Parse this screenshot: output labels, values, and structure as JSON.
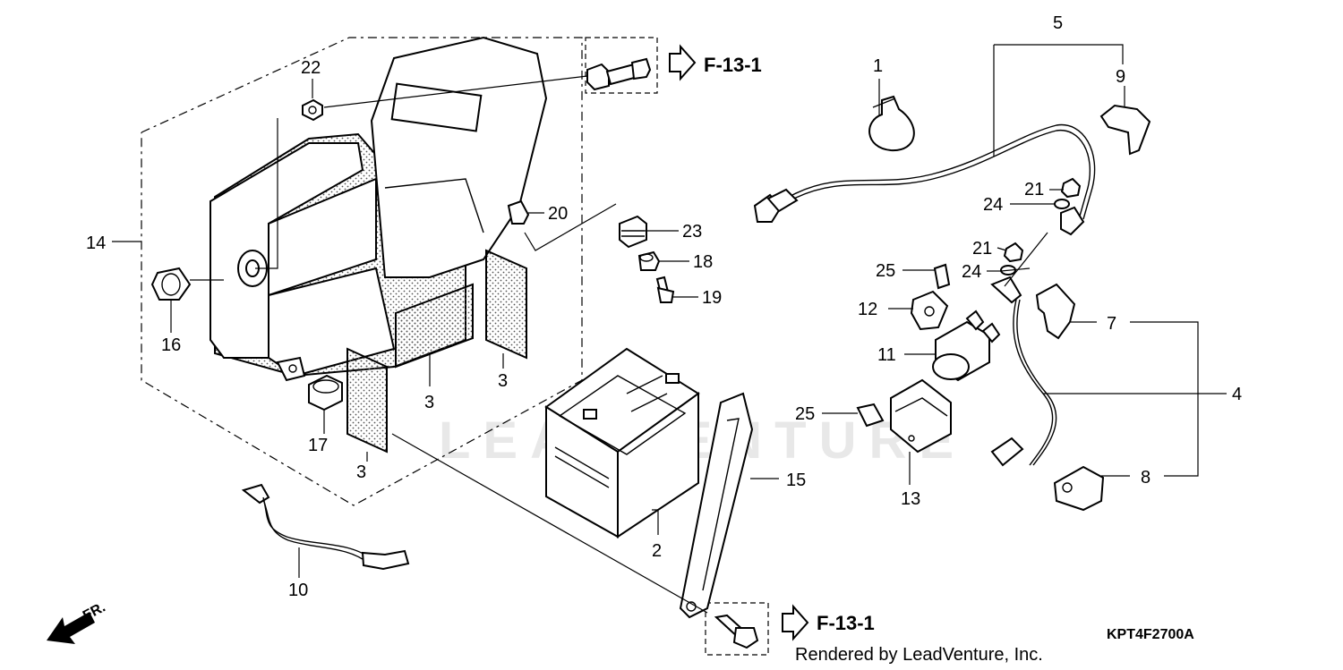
{
  "diagram": {
    "drawing_code": "KPT4F2700A",
    "footer": "Rendered by LeadVenture, Inc.",
    "watermark": "LEADVENTURE",
    "front_label": "FR.",
    "references": [
      "F-13-1",
      "F-13-1"
    ],
    "callouts": {
      "c1": "1",
      "c2": "2",
      "c3a": "3",
      "c3b": "3",
      "c3c": "3",
      "c4": "4",
      "c5": "5",
      "c7": "7",
      "c8": "8",
      "c9": "9",
      "c10": "10",
      "c11": "11",
      "c12": "12",
      "c13": "13",
      "c14": "14",
      "c15": "15",
      "c16": "16",
      "c17": "17",
      "c18": "18",
      "c19": "19",
      "c20": "20",
      "c21a": "21",
      "c21b": "21",
      "c22": "22",
      "c23": "23",
      "c24a": "24",
      "c24b": "24",
      "c25a": "25",
      "c25b": "25"
    }
  }
}
